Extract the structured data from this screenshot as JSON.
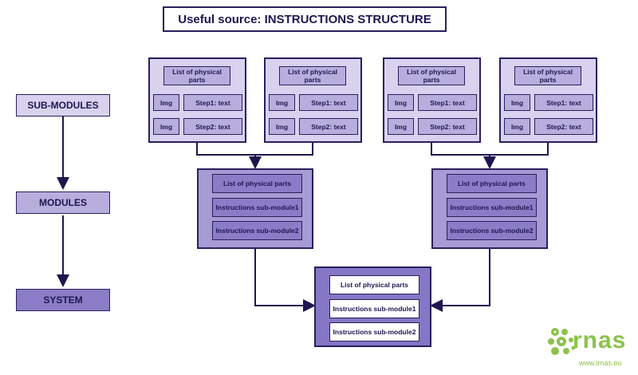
{
  "title": "Useful source: INSTRUCTIONS STRUCTURE",
  "levels": {
    "submodules": "SUB-MODULES",
    "modules": "MODULES",
    "system": "SYSTEM"
  },
  "submodule": {
    "parts": "List of physical parts",
    "img": "Img",
    "step1": "Step1: text",
    "step2": "Step2: text"
  },
  "module": {
    "parts": "List of physical parts",
    "instr1": "Instructions sub-module1",
    "instr2": "Instructions sub-module2"
  },
  "system": {
    "parts": "List of physical parts",
    "instr1": "Instructions sub-module1",
    "instr2": "Instructions sub-module2"
  },
  "logo": {
    "name": "rnas",
    "url": "www.irnas.eu"
  },
  "colors": {
    "line": "#2a1f5c",
    "submodule": "#d8d2ef",
    "module": "#a79bd6",
    "system": "#8576c6",
    "logo": "#8bc34a"
  }
}
